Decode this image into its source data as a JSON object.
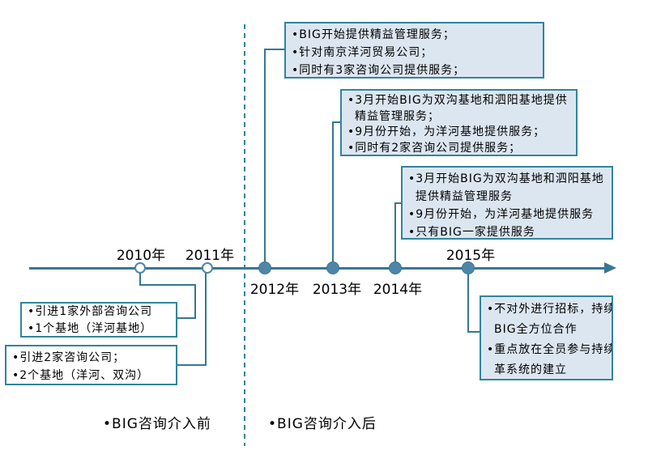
{
  "colors": {
    "timeline_line": "#3A7693",
    "connector_line": "#35788F",
    "marker_fill": "#4E86A8",
    "box_border": "#31859B",
    "box_fill_after": "#DCE6F1",
    "box_fill_before": "#FFFFFF",
    "divider_dash": "#31849B",
    "text": "#000000"
  },
  "timeline": {
    "years": [
      {
        "label": "2010年",
        "marker": "open",
        "label_position": "above"
      },
      {
        "label": "2011年",
        "marker": "open",
        "label_position": "above"
      },
      {
        "label": "2012年",
        "marker": "filled",
        "label_position": "below"
      },
      {
        "label": "2013年",
        "marker": "filled",
        "label_position": "below"
      },
      {
        "label": "2014年",
        "marker": "filled",
        "label_position": "below"
      },
      {
        "label": "2015年",
        "marker": "filled",
        "label_position": "above"
      }
    ]
  },
  "events": {
    "y2010": {
      "lines": [
        "•引进1家外部咨询公司",
        "•1个基地（洋河基地）"
      ]
    },
    "y2011": {
      "lines": [
        "•引进2家咨询公司；",
        "•2个基地（洋河、双沟）"
      ]
    },
    "y2012": {
      "lines": [
        "•BIG开始提供精益管理服务；",
        "•针对南京洋河贸易公司；",
        "•同时有3家咨询公司提供服务；"
      ]
    },
    "y2013": {
      "lines": [
        "•3月开始BIG为双沟基地和泗阳基地提供",
        "精益管理服务；",
        "•9月份开始，为洋河基地提供服务；",
        "•同时有2家咨询公司提供服务；"
      ]
    },
    "y2014": {
      "lines": [
        "•3月开始BIG为双沟基地和泗阳基地",
        "提供精益管理服务",
        "•9月份开始，为洋河基地提供服务",
        "•只有BIG一家提供服务"
      ]
    },
    "y2015": {
      "lines": [
        "•不对外进行招标，持续与",
        "BIG全方位合作",
        "•重点放在全员参与持续变",
        "革系统的建立"
      ]
    }
  },
  "legend": {
    "before": "•BIG咨询介入前",
    "after": "•BIG咨询介入后"
  }
}
